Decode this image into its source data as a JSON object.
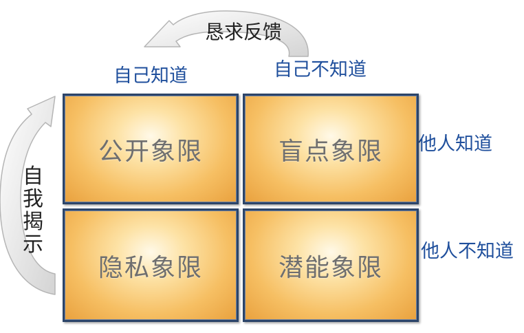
{
  "column_labels": [
    "自己知道",
    "自己不知道"
  ],
  "row_labels": [
    "他人知道",
    "他人不知道"
  ],
  "quadrants": [
    {
      "name": "公开象限"
    },
    {
      "name": "盲点象限"
    },
    {
      "name": "隐私象限"
    },
    {
      "name": "潜能象限"
    }
  ],
  "arrows": {
    "top": {
      "label": "恳求反馈"
    },
    "left": {
      "label": "自我揭示"
    }
  },
  "colors": {
    "quadrant_fill": "#f6bf63",
    "quadrant_border": "#2c4468",
    "axis_label": "#1f4f9c",
    "quadrant_text": "#6f6f6f",
    "arrow_fill": "#f2f2f2",
    "arrow_stroke": "#b5b5b5"
  }
}
